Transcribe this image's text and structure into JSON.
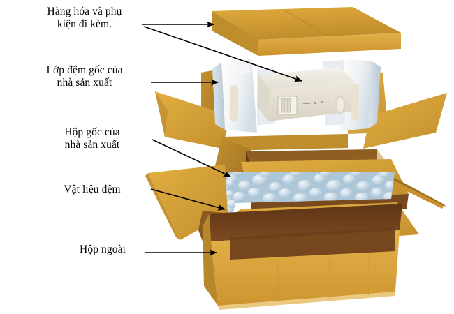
{
  "diagram": {
    "title": "Packaging layers exploded diagram",
    "background_color": "#ffffff",
    "labels": [
      {
        "id": "goods",
        "text": "Hàng hóa và phụ\nkiện đi kèm.",
        "points_to": [
          "outer-lid",
          "product-device"
        ]
      },
      {
        "id": "foam",
        "text": "Lớp đệm gốc của\nnhà sản xuất",
        "points_to": [
          "foam-end-cap-left"
        ]
      },
      {
        "id": "inner_box",
        "text": "Hộp gốc của\nnhà sản xuất",
        "points_to": [
          "inner-box"
        ]
      },
      {
        "id": "cushion",
        "text": "Vật liệu đệm",
        "points_to": [
          "packing-peanuts"
        ]
      },
      {
        "id": "outer_box",
        "text": "Hộp ngoài",
        "points_to": [
          "outer-box"
        ]
      }
    ],
    "colors": {
      "cardboard_light": "#e0ab3d",
      "cardboard_mid": "#d39a33",
      "cardboard_top": "#cf9b33",
      "cardboard_shade": "#b5812a",
      "cardboard_dark": "#8a5a20",
      "box_interior": "#6e401c",
      "foam_white": "#f2f2f4",
      "foam_shadow": "#c9d6e0",
      "device_body": "#ece8df",
      "peanuts": "#b8cfdd",
      "arrow_black": "#000000"
    },
    "parts": [
      {
        "id": "outer-lid",
        "name": "Outer carton lid"
      },
      {
        "id": "product-device",
        "name": "Product device in foam"
      },
      {
        "id": "foam-end-cap-left",
        "name": "Left foam end cap"
      },
      {
        "id": "foam-end-cap-right",
        "name": "Right foam end cap"
      },
      {
        "id": "inner-box",
        "name": "Manufacturer original box"
      },
      {
        "id": "packing-peanuts",
        "name": "Loose fill packing peanuts"
      },
      {
        "id": "outer-box",
        "name": "Outer shipping box"
      }
    ]
  }
}
